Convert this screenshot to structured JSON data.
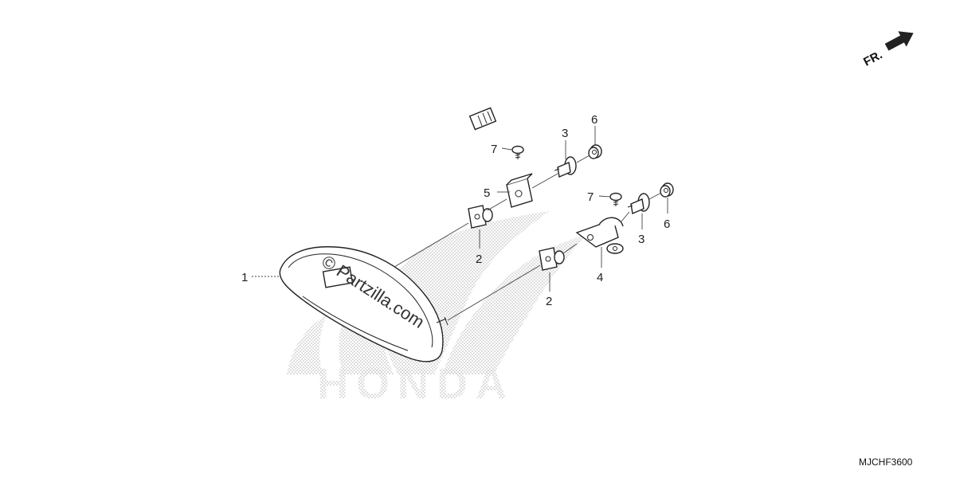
{
  "diagram": {
    "drawing_code": "MJCHF3600",
    "direction_label": "FR.",
    "watermark_text": "© Partzilla.com",
    "brand_text": "HONDA",
    "callouts": {
      "p1": "1",
      "p2a": "2",
      "p2b": "2",
      "p3a": "3",
      "p3b": "3",
      "p4": "4",
      "p5": "5",
      "p6a": "6",
      "p6b": "6",
      "p7a": "7",
      "p7b": "7"
    }
  },
  "colors": {
    "line": "#222222",
    "stipple": "#b5b5b5",
    "background": "#ffffff"
  },
  "icons": {
    "direction_arrow": "front-direction-arrow-icon"
  }
}
